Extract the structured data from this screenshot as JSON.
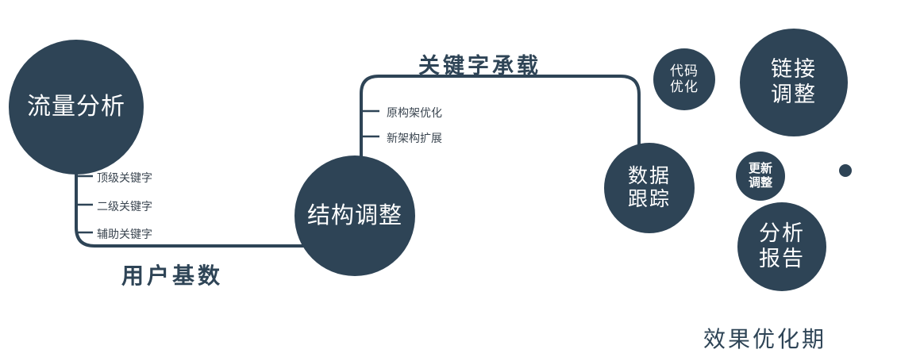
{
  "colors": {
    "primary": "#2E4456",
    "background": "#ffffff",
    "node_text": "#ffffff",
    "branch_text": "#3A4550"
  },
  "nodes": {
    "traffic": {
      "label": "流量分析"
    },
    "structure": {
      "label": "结构调整"
    },
    "data_tracking": {
      "line1": "数据",
      "line2": "跟踪"
    },
    "code_optimization": {
      "line1": "代码",
      "line2": "优化"
    },
    "link_adjustment": {
      "line1": "链接",
      "line2": "调整"
    },
    "update_adjustment": {
      "line1": "更新",
      "line2": "调整"
    },
    "analysis_report": {
      "line1": "分析",
      "line2": "报告"
    }
  },
  "edge_labels": {
    "user_base": "用户基数",
    "keyword_carry": "关键字承载",
    "effect_period": "效果优化期"
  },
  "branches": {
    "traffic": [
      "顶级关键字",
      "二级关键字",
      "辅助关键字"
    ],
    "structure": [
      "原构架优化",
      "新架构扩展"
    ]
  }
}
